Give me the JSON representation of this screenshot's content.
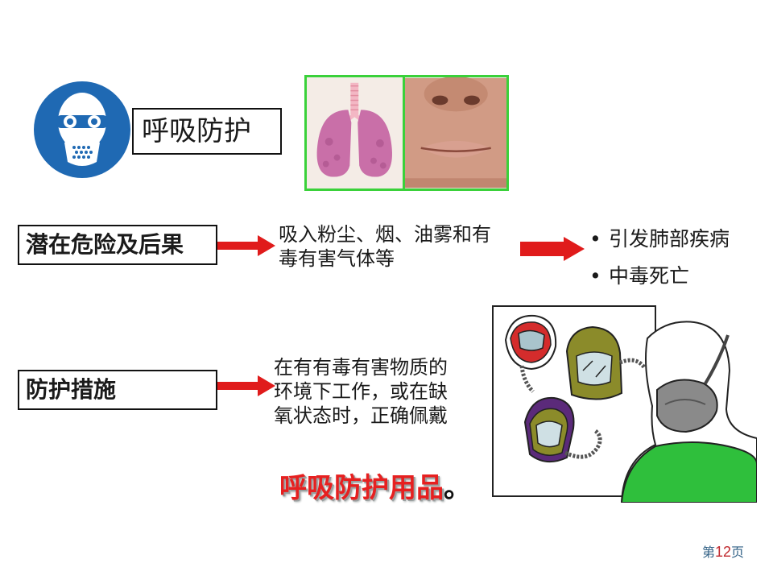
{
  "header": {
    "title": "呼吸防护"
  },
  "risk": {
    "label": "潜在危险及后果",
    "description_line1": "吸入粉尘、烟、油雾和有",
    "description_line2": "毒有害气体等",
    "consequences": [
      "引发肺部疾病",
      "中毒死亡"
    ]
  },
  "measures": {
    "label": "防护措施",
    "description_line1": "在有有毒有害物质的",
    "description_line2": "环境下工作，或在缺",
    "description_line3": "氧状态时，正确佩戴",
    "callout": "呼吸防护用品",
    "callout_end": "。"
  },
  "footer": {
    "prefix": "第",
    "number": "12",
    "suffix": "页"
  },
  "icons": {
    "sign": "respirator-mandatory-sign-icon",
    "arrow": "red-arrow-icon",
    "bullet": "bullet-dot-icon"
  },
  "colors": {
    "sign_blue": "#1f69b3",
    "arrow_red": "#e01b1b",
    "photo_border": "#3ad13a",
    "callout_red": "#e62020",
    "page_blue": "#2f5f84"
  }
}
